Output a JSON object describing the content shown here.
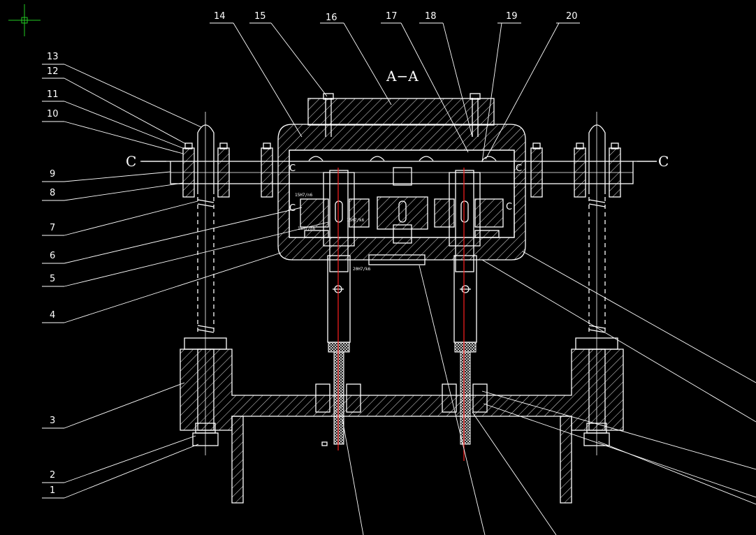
{
  "drawing": {
    "section_title": "A−A",
    "section_c_left": "C",
    "section_c_right": "C",
    "inner_c_labels": [
      "C",
      "C",
      "C",
      "C"
    ],
    "fit_notes": [
      "15H7/n6",
      "15H7/n6",
      "15H7/k6",
      "20H7/k6"
    ],
    "colors": {
      "background": "#000000",
      "line": "#ffffff",
      "centerline": "#ff2020",
      "cursor": "#22cc22"
    }
  },
  "part_labels": {
    "left": [
      "13",
      "12",
      "11",
      "10",
      "9",
      "8",
      "7",
      "6",
      "5",
      "4",
      "3",
      "2",
      "1"
    ],
    "top": [
      "14",
      "15",
      "16",
      "17",
      "18",
      "19",
      "20"
    ]
  }
}
